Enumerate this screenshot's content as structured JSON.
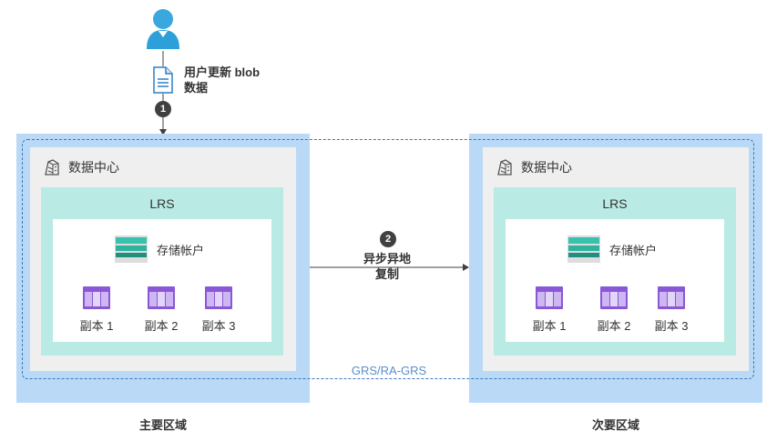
{
  "user": {
    "action_line1": "用户更新 blob",
    "action_line2": "数据",
    "step": "1"
  },
  "replication": {
    "step": "2",
    "label_line1": "异步异地",
    "label_line2": "复制",
    "scope_label": "GRS/RA-GRS"
  },
  "primary": {
    "region_label": "主要区域",
    "datacenter_label": "数据中心",
    "lrs_label": "LRS",
    "storage_label": "存储帐户",
    "replicas": [
      "副本 1",
      "副本 2",
      "副本 3"
    ]
  },
  "secondary": {
    "region_label": "次要区域",
    "datacenter_label": "数据中心",
    "lrs_label": "LRS",
    "storage_label": "存储帐户",
    "replicas": [
      "副本 1",
      "副本 2",
      "副本 3"
    ]
  },
  "colors": {
    "region": "#bad9f7",
    "datacenter": "#efefef",
    "lrs": "#b9ebe4",
    "replica_icon": "#8a58d6",
    "storage_icon": "#2fb39f",
    "user_icon": "#2d9fd9",
    "dashed_border": "#3b78b7"
  },
  "icons": [
    "user-icon",
    "document-icon",
    "datacenter-icon",
    "storage-account-icon",
    "replica-icon"
  ]
}
